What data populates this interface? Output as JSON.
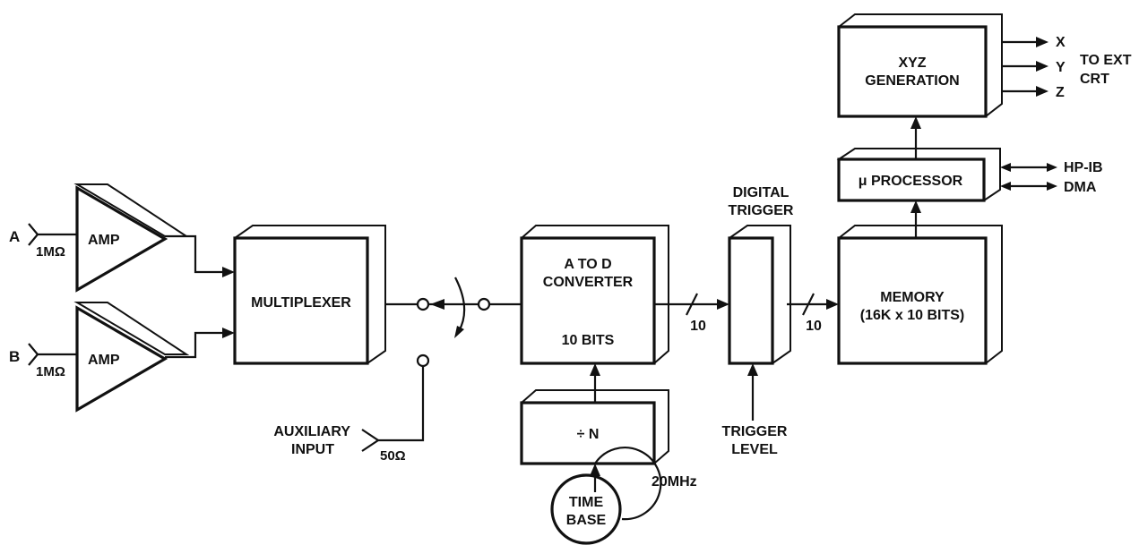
{
  "input_a": {
    "label": "A",
    "impedance": "1MΩ"
  },
  "input_b": {
    "label": "B",
    "impedance": "1MΩ"
  },
  "amp_a": {
    "label": "AMP"
  },
  "amp_b": {
    "label": "AMP"
  },
  "multiplexer": {
    "label": "MULTIPLEXER"
  },
  "aux_input": {
    "line1": "AUXILIARY",
    "line2": "INPUT",
    "impedance": "50Ω"
  },
  "adc": {
    "line1": "A TO D",
    "line2": "CONVERTER",
    "bits": "10 BITS"
  },
  "divider": {
    "label": "÷ N"
  },
  "time_base": {
    "line1": "TIME",
    "line2": "BASE",
    "frequency": "20MHz"
  },
  "bus_adc_trigger": {
    "width": "10"
  },
  "bus_trigger_memory": {
    "width": "10"
  },
  "digital_trigger": {
    "line1": "DIGITAL",
    "line2": "TRIGGER"
  },
  "trigger_level": {
    "line1": "TRIGGER",
    "line2": "LEVEL"
  },
  "memory": {
    "line1": "MEMORY",
    "line2": "(16K x 10 BITS)"
  },
  "processor": {
    "label": "μ PROCESSOR",
    "io1": "HP-IB",
    "io2": "DMA"
  },
  "xyz": {
    "line1": "XYZ",
    "line2": "GENERATION",
    "out_x": "X",
    "out_y": "Y",
    "out_z": "Z",
    "dest1": "TO EXT",
    "dest2": "CRT"
  }
}
